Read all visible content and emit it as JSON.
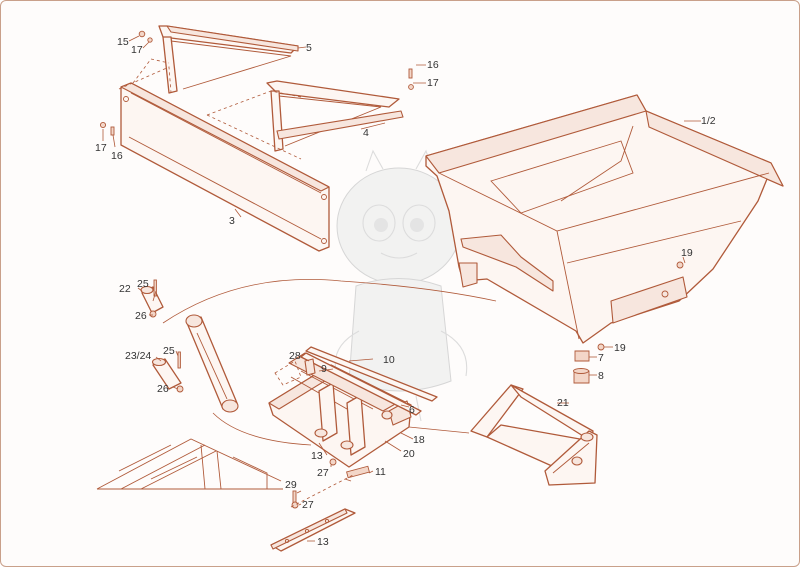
{
  "diagram": {
    "type": "exploded-parts-view",
    "line_color": "#b05a3a",
    "callouts": [
      {
        "id": "c15",
        "label": "15"
      },
      {
        "id": "c17a",
        "label": "17"
      },
      {
        "id": "c5",
        "label": "5"
      },
      {
        "id": "c16a",
        "label": "16"
      },
      {
        "id": "c17b",
        "label": "17"
      },
      {
        "id": "c4",
        "label": "4"
      },
      {
        "id": "c17c",
        "label": "17"
      },
      {
        "id": "c16b",
        "label": "16"
      },
      {
        "id": "c3",
        "label": "3"
      },
      {
        "id": "c1_2",
        "label": "1/2"
      },
      {
        "id": "c19a",
        "label": "19"
      },
      {
        "id": "c19b",
        "label": "19"
      },
      {
        "id": "c7",
        "label": "7"
      },
      {
        "id": "c8",
        "label": "8"
      },
      {
        "id": "c22",
        "label": "22"
      },
      {
        "id": "c25a",
        "label": "25"
      },
      {
        "id": "c26a",
        "label": "26"
      },
      {
        "id": "c23_24",
        "label": "23/24"
      },
      {
        "id": "c25b",
        "label": "25"
      },
      {
        "id": "c26b",
        "label": "26"
      },
      {
        "id": "c28",
        "label": "28"
      },
      {
        "id": "c9",
        "label": "9"
      },
      {
        "id": "c10",
        "label": "10"
      },
      {
        "id": "c6",
        "label": "6"
      },
      {
        "id": "c18",
        "label": "18"
      },
      {
        "id": "c20",
        "label": "20"
      },
      {
        "id": "c13a",
        "label": "13"
      },
      {
        "id": "c27a",
        "label": "27"
      },
      {
        "id": "c11",
        "label": "11"
      },
      {
        "id": "c21",
        "label": "21"
      },
      {
        "id": "c29",
        "label": "29"
      },
      {
        "id": "c27b",
        "label": "27"
      },
      {
        "id": "c13b",
        "label": "13"
      }
    ]
  }
}
